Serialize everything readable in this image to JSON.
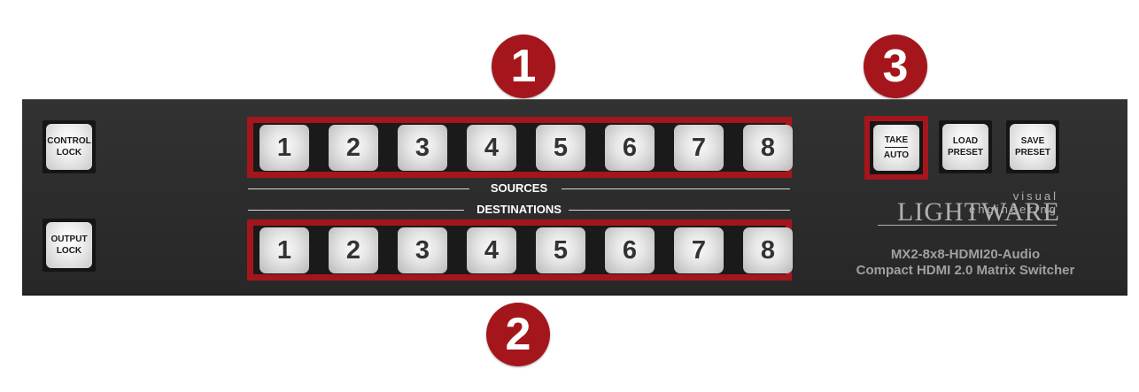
{
  "callouts": [
    "1",
    "2",
    "3"
  ],
  "side_buttons": {
    "control_lock": [
      "CONTROL",
      "LOCK"
    ],
    "output_lock": [
      "OUTPUT",
      "LOCK"
    ]
  },
  "sources": {
    "label": "SOURCES",
    "buttons": [
      "1",
      "2",
      "3",
      "4",
      "5",
      "6",
      "7",
      "8"
    ]
  },
  "destinations": {
    "label": "DESTINATIONS",
    "buttons": [
      "1",
      "2",
      "3",
      "4",
      "5",
      "6",
      "7",
      "8"
    ]
  },
  "function_buttons": {
    "take_auto": [
      "TAKE",
      "AUTO"
    ],
    "load_preset": [
      "LOAD",
      "PRESET"
    ],
    "save_preset": [
      "SAVE",
      "PRESET"
    ]
  },
  "brand": {
    "tagline": "visual engineering",
    "name": "LIGHTWARE"
  },
  "device": {
    "model": "MX2-8x8-HDMI20-Audio",
    "description": "Compact HDMI 2.0 Matrix Switcher"
  },
  "colors": {
    "highlight": "#a4161c",
    "panel": "#2c2c2c",
    "button_face": "#e8e8e8"
  }
}
